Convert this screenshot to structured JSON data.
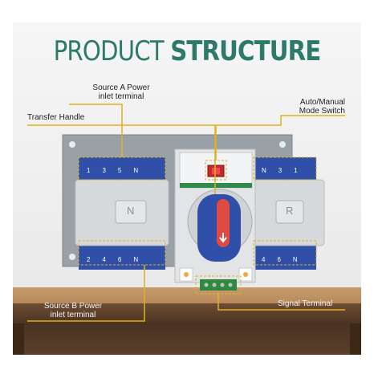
{
  "title": {
    "light": "PRODUCT ",
    "bold": "STRUCTURE"
  },
  "labels": {
    "source_a": [
      "Source A Power",
      "inlet terminal"
    ],
    "transfer_handle": "Transfer Handle",
    "auto_manual": [
      "Auto/Manual",
      "Mode Switch"
    ],
    "source_b": [
      "Source B Power",
      "inlet terminal"
    ],
    "signal_terminal": "Signal Terminal"
  },
  "device": {
    "left_cover_letter": "N",
    "right_cover_letter": "R",
    "top_left_terminals": [
      "1",
      "3",
      "5",
      "N"
    ],
    "top_right_terminals": [
      "N",
      "3",
      "1"
    ],
    "bottom_left_terminals": [
      "2",
      "4",
      "6",
      "N"
    ],
    "bottom_right_terminals": [
      "4",
      "6",
      "N"
    ]
  },
  "colors": {
    "title": "#2e7a6a",
    "leader_line": "#e0b21c",
    "switch_blue": "#2f4fa8",
    "handle_red": "#e04a43"
  }
}
